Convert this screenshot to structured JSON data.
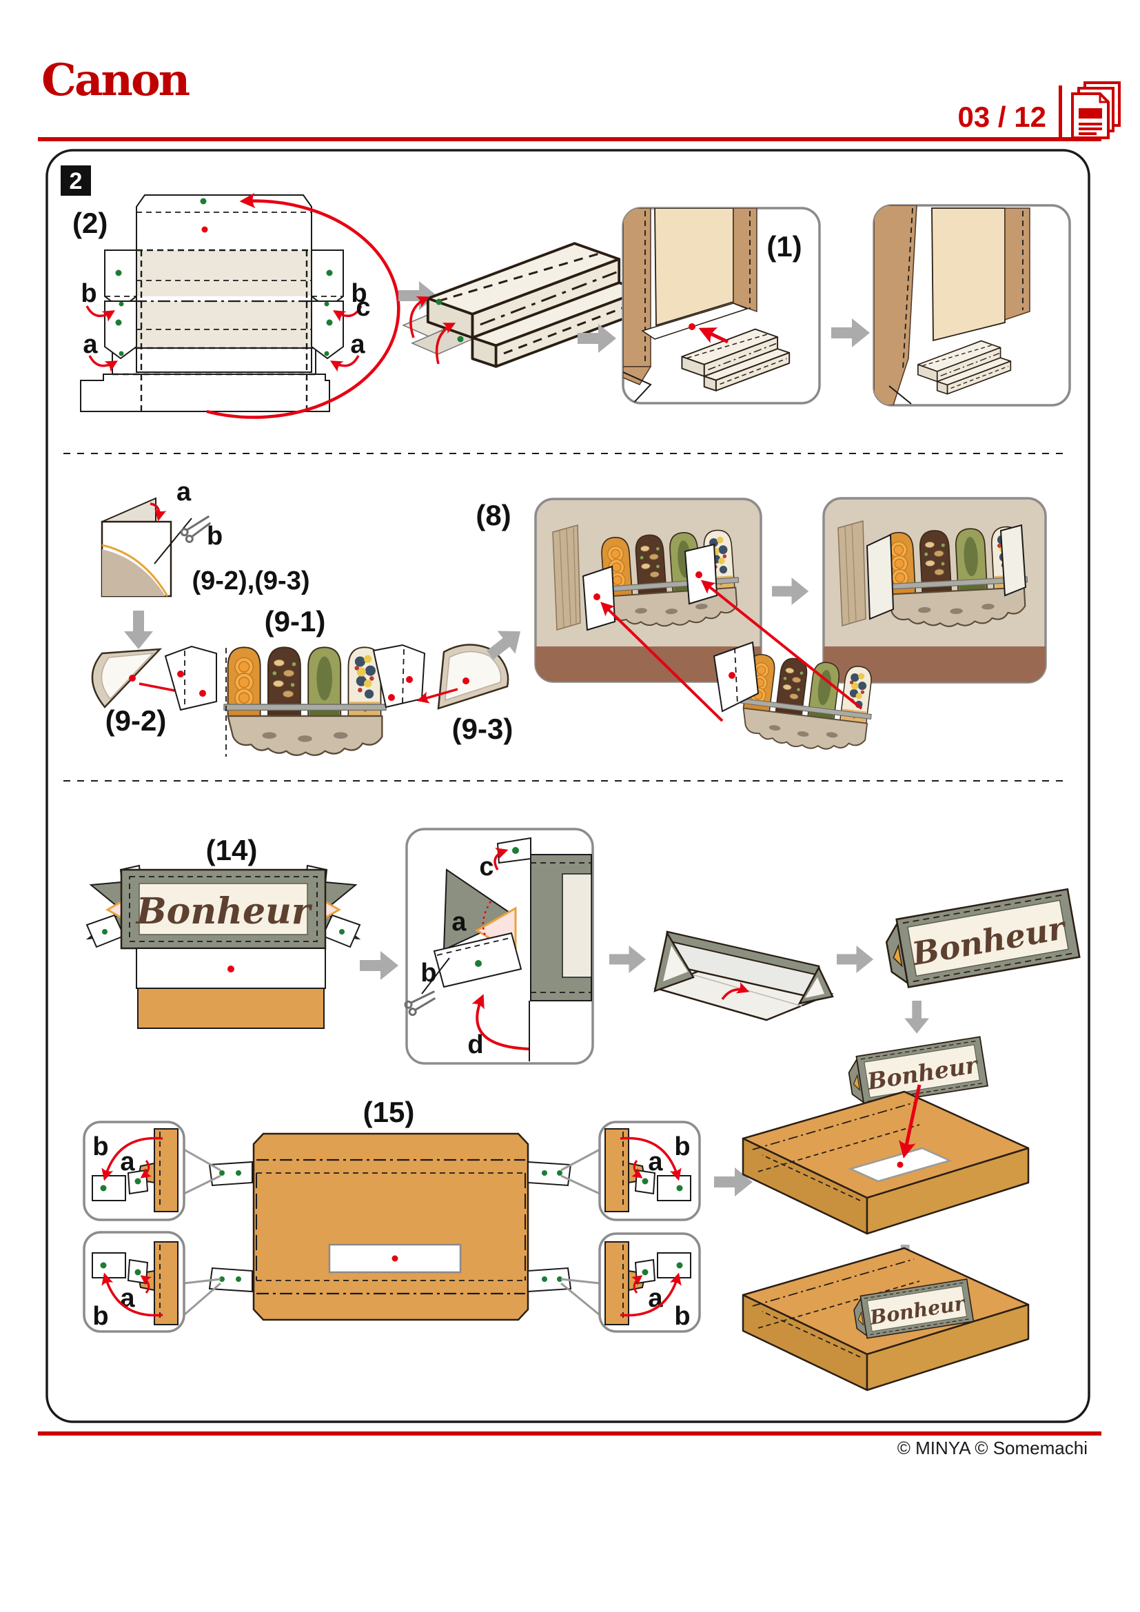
{
  "header": {
    "brand": "Canon",
    "page": "03 / 12",
    "icon": "pages-icon"
  },
  "step_badge": "2",
  "labels": {
    "part1": "(1)",
    "part2": "(2)",
    "part8": "(8)",
    "part9_1": "(9-1)",
    "part9_2": "(9-2)",
    "part9_3": "(9-3)",
    "part9_2_3": "(9-2),(9-3)",
    "part14": "(14)",
    "part15": "(15)",
    "a": "a",
    "b": "b",
    "c": "c",
    "d": "d"
  },
  "sign_text": "Bonheur",
  "footer": {
    "copyright": "© MINYA  © Somemachi"
  },
  "colors": {
    "canon_red": "#CC0000",
    "arrow_red": "#E60012",
    "template_beige": "#EDE7DB",
    "panel_tan": "#C59A6E",
    "panel_cream": "#F1DFBE",
    "scene_bg": "#D8CCBB",
    "table_brown": "#9A6952",
    "box_orange": "#DFA052",
    "sign_frame": "#8C9080",
    "sign_cream": "#F6F1E3",
    "script_brown": "#5E4030",
    "green_dot": "#1C7C34",
    "gray_arrow": "#ABABAB"
  }
}
